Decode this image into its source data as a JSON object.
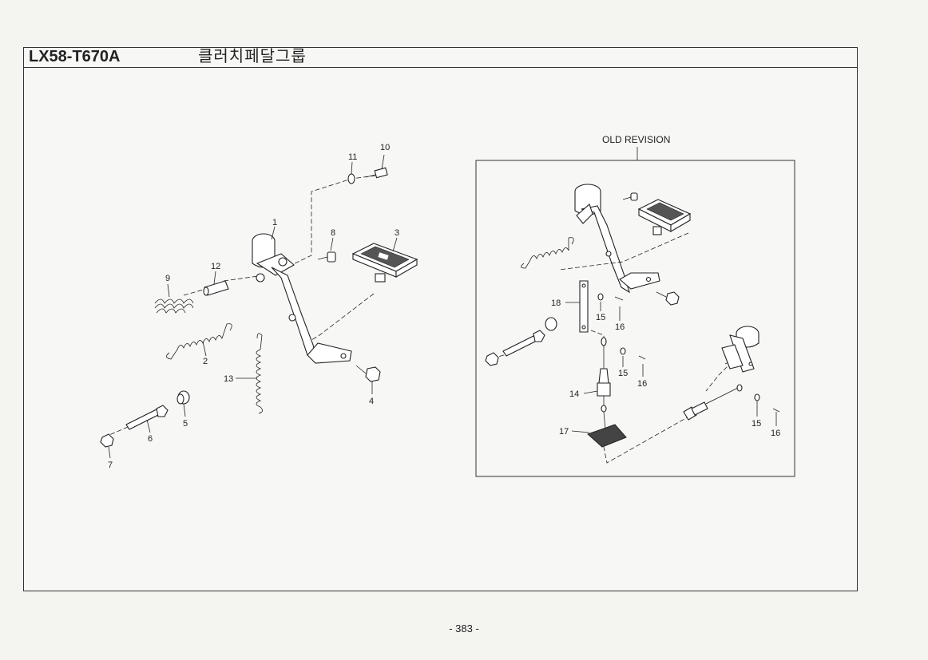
{
  "header": {
    "model_code": "LX58-T670A",
    "group_name": "클러치페달그룹"
  },
  "old_revision_label": "OLD REVISION",
  "callouts": {
    "c1": "1",
    "c2": "2",
    "c3": "3",
    "c4": "4",
    "c5": "5",
    "c6": "6",
    "c7": "7",
    "c8": "8",
    "c9": "9",
    "c10": "10",
    "c11": "11",
    "c12": "12",
    "c13": "13",
    "c14": "14",
    "c15a": "15",
    "c15b": "15",
    "c15c": "15",
    "c16a": "16",
    "c16b": "16",
    "c16c": "16",
    "c17": "17",
    "c18": "18"
  },
  "footer": {
    "page_number": "- 383 -"
  }
}
